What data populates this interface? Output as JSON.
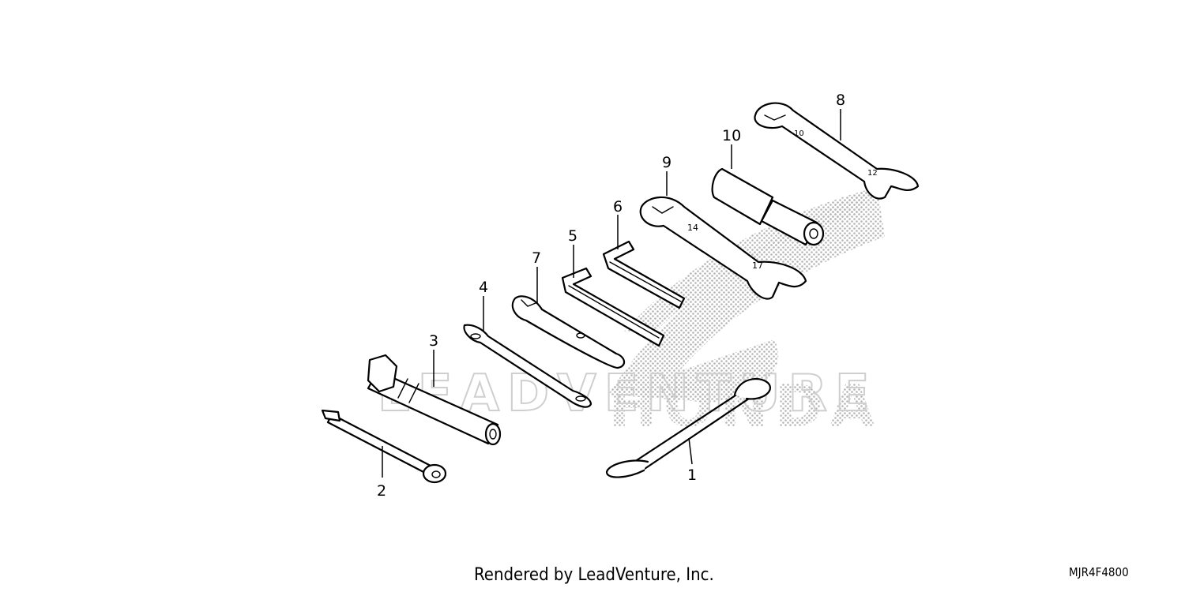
{
  "callouts": {
    "c1": "1",
    "c2": "2",
    "c3": "3",
    "c4": "4",
    "c5": "5",
    "c6": "6",
    "c7": "7",
    "c8": "8",
    "c9": "9",
    "c10": "10"
  },
  "watermark": {
    "text": "LEADVENTURE"
  },
  "brand_watermark": {
    "text": "HONDA"
  },
  "footer": {
    "credit": "Rendered by LeadVenture, Inc.",
    "diagram_code": "MJR4F4800"
  }
}
